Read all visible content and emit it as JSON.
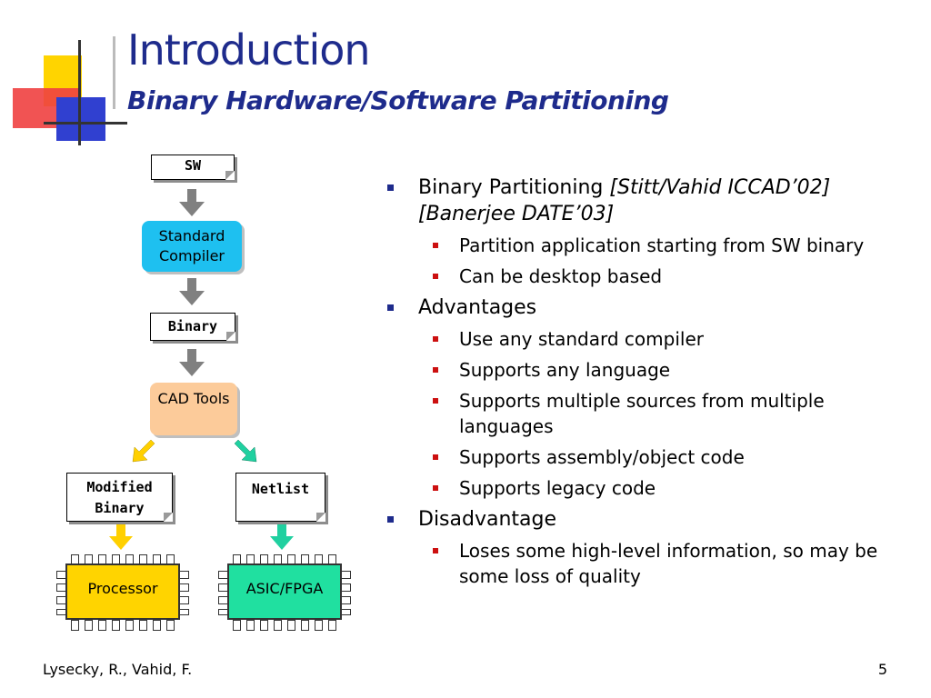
{
  "slide": {
    "title": "Introduction",
    "subtitle": "Binary Hardware/Software Partitioning"
  },
  "diagram": {
    "sw_label": "SW",
    "compiler_label": "Standard Compiler",
    "binary_label": "Binary",
    "cad_label": "CAD Tools",
    "modified_binary_line1": "Modified",
    "modified_binary_line2": "Binary",
    "netlist_label": "Netlist",
    "processor_label": "Processor",
    "asic_label": "ASIC/FPGA"
  },
  "bullets": [
    {
      "text": "Binary Partitioning ",
      "cite": "[Stitt/Vahid ICCAD’02] [Banerjee DATE’03]",
      "sub": [
        "Partition application starting from SW binary",
        "Can be desktop based"
      ]
    },
    {
      "text": "Advantages",
      "sub": [
        "Use any standard compiler",
        "Supports any language",
        "Supports multiple sources from multiple languages",
        "Supports assembly/object code",
        "Supports legacy code"
      ]
    },
    {
      "text": "Disadvantage",
      "sub": [
        "Loses some high-level information, so may be some loss of quality"
      ]
    }
  ],
  "footer": {
    "authors": "Lysecky, R., Vahid, F.",
    "page_number": "5"
  },
  "colors": {
    "title": "#1e2b8c",
    "compiler_box": "#1ec0f0",
    "cad_box": "#fccb9a",
    "processor_chip": "#ffd400",
    "asic_chip": "#20e0a0",
    "gray_arrow": "#808080",
    "yellow_arrow": "#ffd000",
    "teal_arrow": "#20d0a0"
  }
}
